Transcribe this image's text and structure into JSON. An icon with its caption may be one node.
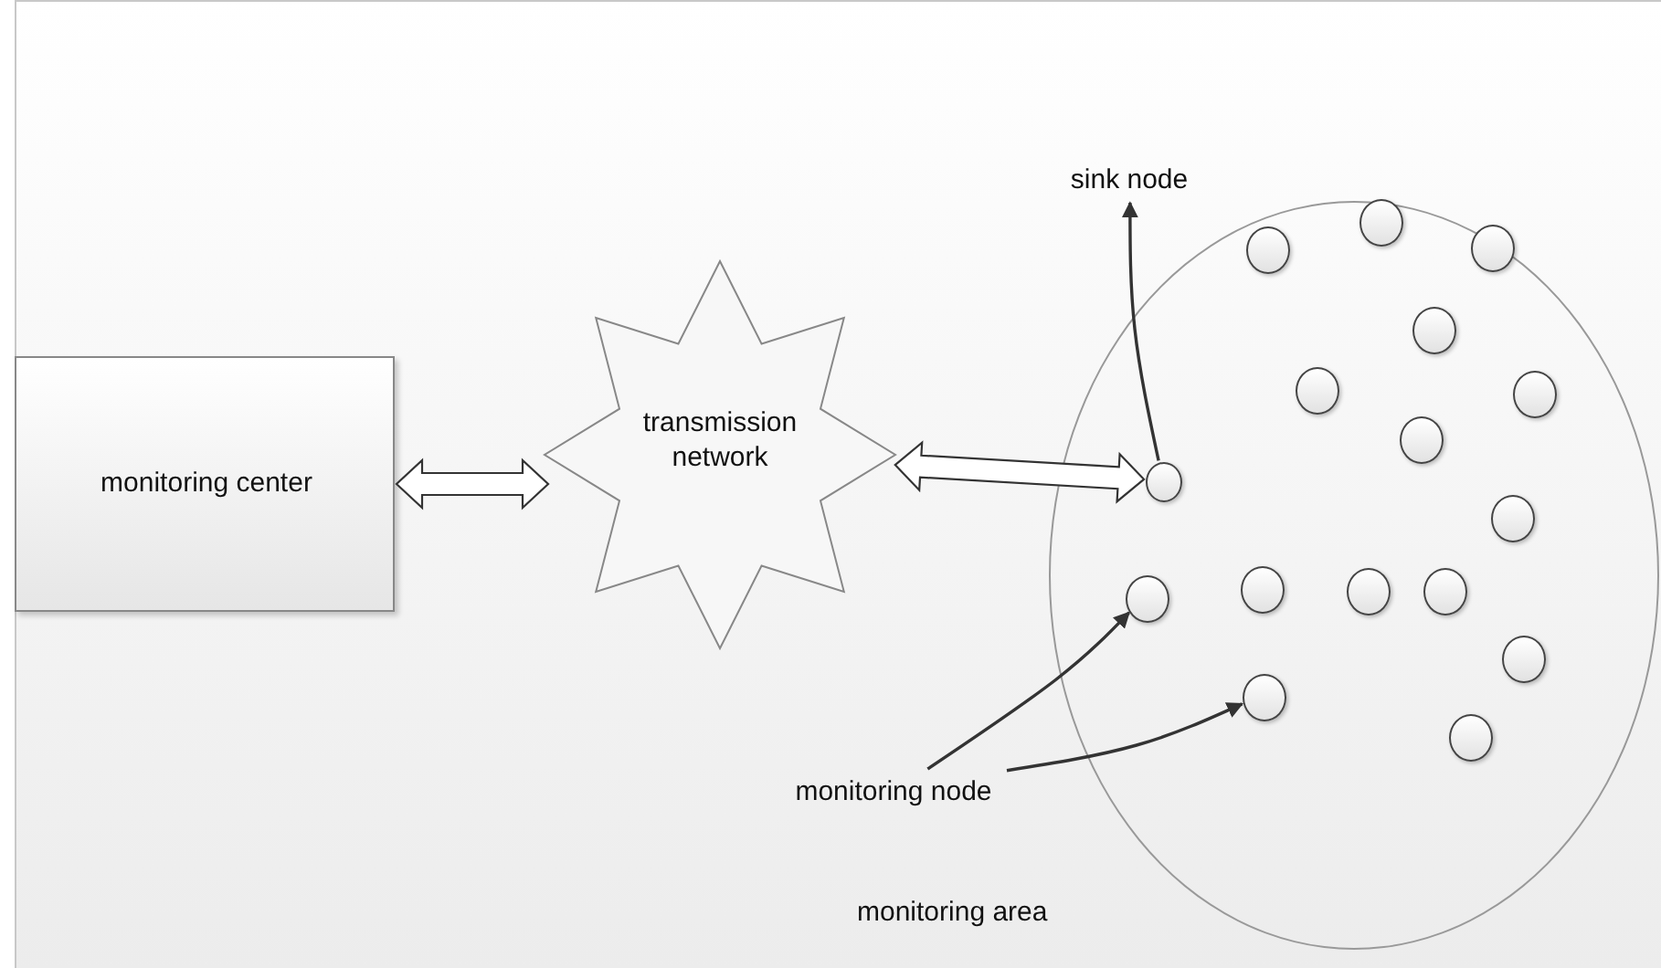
{
  "diagram": {
    "nodes": [
      {
        "text": [
          "monitoring center"
        ]
      },
      {
        "text": [
          "transmission network"
        ]
      },
      {
        "text": [
          "monitoring area"
        ]
      },
      {
        "text": [
          "sink node"
        ]
      },
      {
        "text": [],
        "shape": "circle",
        "in": 2
      },
      {
        "text": [],
        "shape": "circle",
        "in": 2
      },
      {
        "text": [],
        "shape": "circle",
        "in": 2
      },
      {
        "text": [],
        "shape": "circle",
        "in": 2
      },
      {
        "text": [],
        "shape": "circle",
        "in": 2
      },
      {
        "text": [],
        "shape": "circle",
        "in": 2
      },
      {
        "text": [],
        "shape": "circle",
        "in": 2
      },
      {
        "text": [],
        "shape": "circle",
        "in": 2
      },
      {
        "text": [],
        "shape": "circle",
        "in": 2
      },
      {
        "text": [],
        "shape": "circle",
        "in": 2
      },
      {
        "text": [],
        "shape": "circle",
        "in": 2
      },
      {
        "text": [],
        "shape": "circle",
        "in": 2
      },
      {
        "text": [],
        "shape": "circle",
        "in": 2
      },
      {
        "text": [],
        "shape": "circle",
        "in": 2
      },
      {
        "text": [],
        "shape": "circle",
        "in": 2
      },
      {
        "text": [],
        "shape": "circle",
        "in": 2
      },
      {
        "text": [
          "monitoring node"
        ]
      }
    ],
    "edges": [
      {
        "from": 0,
        "to": 1,
        "arrow": "both"
      },
      {
        "from": 1,
        "to": 4,
        "arrow": "both"
      },
      {
        "from": 4,
        "to": 3,
        "arrow": "to"
      },
      {
        "from": 20,
        "to": 13,
        "arrow": "to"
      },
      {
        "from": 20,
        "to": 18,
        "arrow": "to"
      }
    ]
  }
}
